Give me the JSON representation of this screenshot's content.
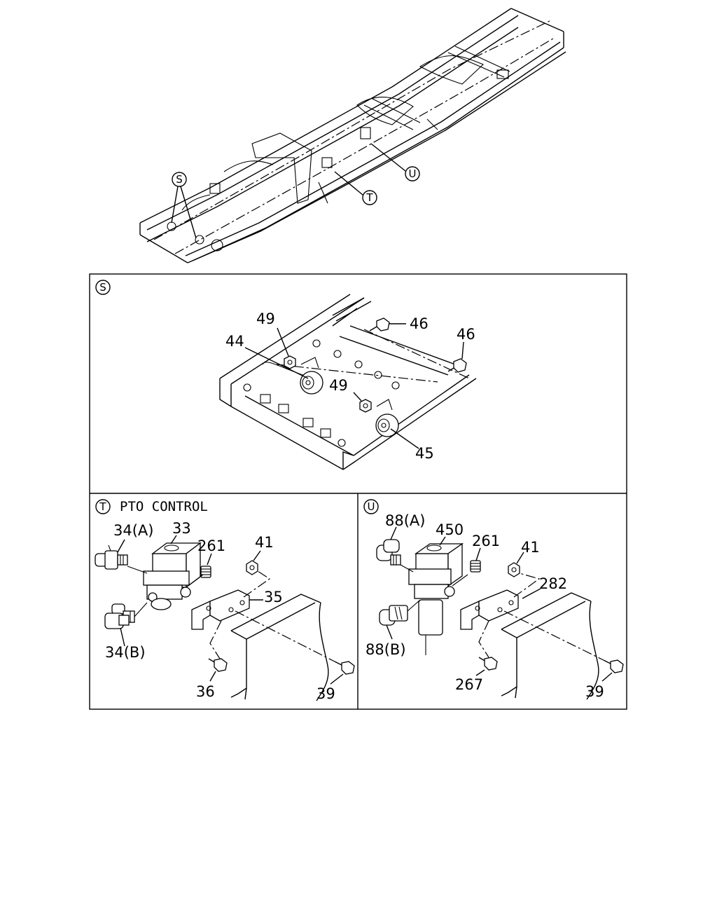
{
  "overview": {
    "callouts": [
      {
        "key": "s",
        "letter": "S"
      },
      {
        "key": "t",
        "letter": "T"
      },
      {
        "key": "u",
        "letter": "U"
      }
    ]
  },
  "panel_s": {
    "letter": "S",
    "parts": {
      "p49a": "49",
      "p44": "44",
      "p46a": "46",
      "p46b": "46",
      "p49b": "49",
      "p45": "45"
    }
  },
  "panel_t": {
    "letter": "T",
    "title": "PTO CONTROL",
    "parts": {
      "p34a": "34(A)",
      "p33": "33",
      "p261": "261",
      "p41": "41",
      "p35": "35",
      "p34b": "34(B)",
      "p36": "36",
      "p39": "39"
    }
  },
  "panel_u": {
    "letter": "U",
    "parts": {
      "p88a": "88(A)",
      "p450": "450",
      "p261": "261",
      "p41": "41",
      "p282": "282",
      "p88b": "88(B)",
      "p267": "267",
      "p39": "39"
    }
  }
}
